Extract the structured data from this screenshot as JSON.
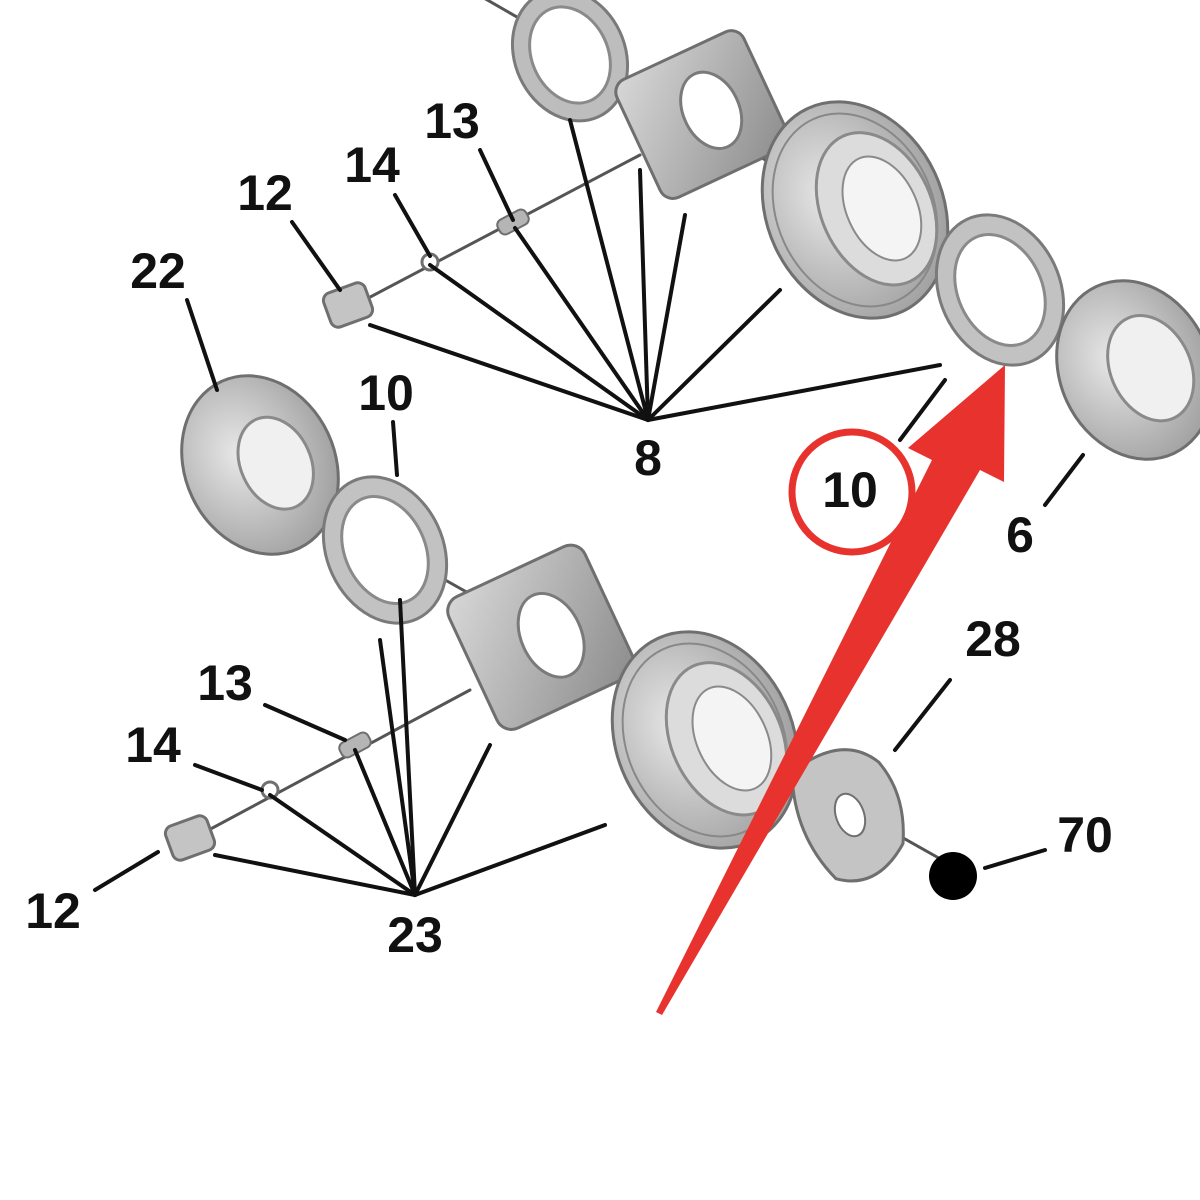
{
  "colors": {
    "part_fill": "#c9c9c9",
    "part_dark": "#8a8a8a",
    "part_light": "#e6e6e6",
    "line": "#111111",
    "highlight": "#e8322e"
  },
  "callouts": {
    "part_13_top": "13",
    "part_14_top": "14",
    "part_12_top": "12",
    "part_22": "22",
    "part_10_left": "10",
    "part_8": "8",
    "part_10_highlight": "10",
    "part_6": "6",
    "part_28": "28",
    "part_13_bottom": "13",
    "part_14_bottom": "14",
    "part_70": "70",
    "part_12_bottom": "12",
    "part_23": "23"
  }
}
